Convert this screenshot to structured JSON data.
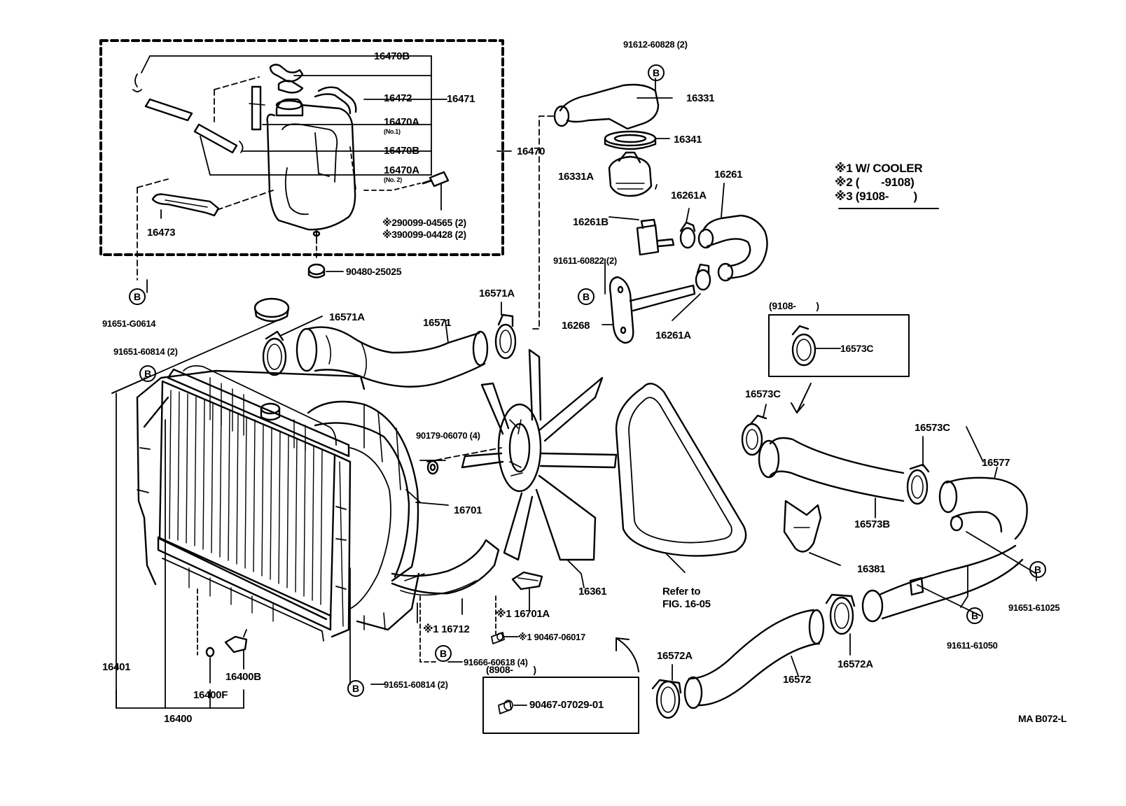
{
  "diagram_id": "MA B072-L",
  "legend": {
    "l1": "※1 W/ COOLER",
    "l2": "※2 (       -9108)",
    "l3": "※3 (9108-        )"
  },
  "callouts": {
    "p16470B_top": "16470B",
    "p16472": "16472",
    "p16471": "16471",
    "p16470A_1": "16470A",
    "no1": "(No.1)",
    "p16470B_mid": "16470B",
    "p16470A_2": "16470A",
    "no2": "(No. 2)",
    "p16470": "16470",
    "p16473": "16473",
    "bolt2": "※290099-04565 (2)",
    "bolt3": "※390099-04428 (2)",
    "p90480": "90480-25025",
    "p91651G": "91651-G0614",
    "p91612": "91612-60828 (2)",
    "p16331": "16331",
    "p16341": "16341",
    "p16331A": "16331A",
    "p16261": "16261",
    "p16261A_top": "16261A",
    "p16261B": "16261B",
    "p91611_60822": "91611-60822 (2)",
    "p16268": "16268",
    "p16261A_bot": "16261A",
    "p16571A_left": "16571A",
    "p16571": "16571",
    "p16571A_right": "16571A",
    "p91651_60814_top": "91651-60814 (2)",
    "box9108_title": "(9108-        )",
    "p16573C_box": "16573C",
    "p16573C_left": "16573C",
    "p16573C_right": "16573C",
    "p16577": "16577",
    "p16573B": "16573B",
    "p16381": "16381",
    "p91651_61025": "91651-61025",
    "p91611_61050": "91611-61050",
    "p90179": "90179-06070 (4)",
    "p16701": "16701",
    "p16361": "16361",
    "refer1": "Refer to",
    "refer2": "FIG. 16-05",
    "p16701A": "※1 16701A",
    "p16712": "※1 16712",
    "p90467_06017": "※1 90467-06017",
    "p91666": "91666-60618 (4)",
    "box8908_title": "(8908-        )",
    "p90467_07029": "90467-07029-01",
    "p16572A_left": "16572A",
    "p16572": "16572",
    "p16572A_right": "16572A",
    "p16401": "16401",
    "p16400": "16400",
    "p16400F": "16400F",
    "p16400B": "16400B",
    "p91651_60814_bot": "91651-60814 (2)",
    "circleB": "B"
  }
}
